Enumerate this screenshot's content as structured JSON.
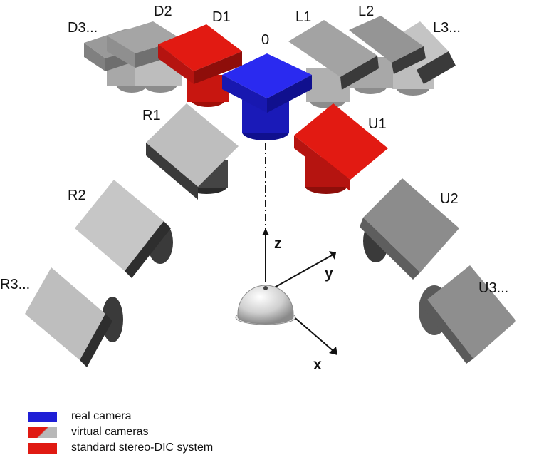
{
  "labels": {
    "real": "0",
    "d1": "D1",
    "d2": "D2",
    "d3": "D3...",
    "l1": "L1",
    "l2": "L2",
    "l3": "L3...",
    "r1": "R1",
    "r2": "R2",
    "r3": "R3...",
    "u1": "U1",
    "u2": "U2",
    "u3": "U3..."
  },
  "axes": {
    "x": "x",
    "y": "y",
    "z": "z"
  },
  "legend": [
    {
      "label": "real camera",
      "swatch": "real"
    },
    {
      "label": "virtual cameras",
      "swatch": "virtual"
    },
    {
      "label": "standard stereo-DIC system",
      "swatch": "stereo"
    }
  ],
  "colors": {
    "real": "#1f1fd6",
    "stereo": "#e01a12",
    "virtual": "#b8b8b8"
  }
}
